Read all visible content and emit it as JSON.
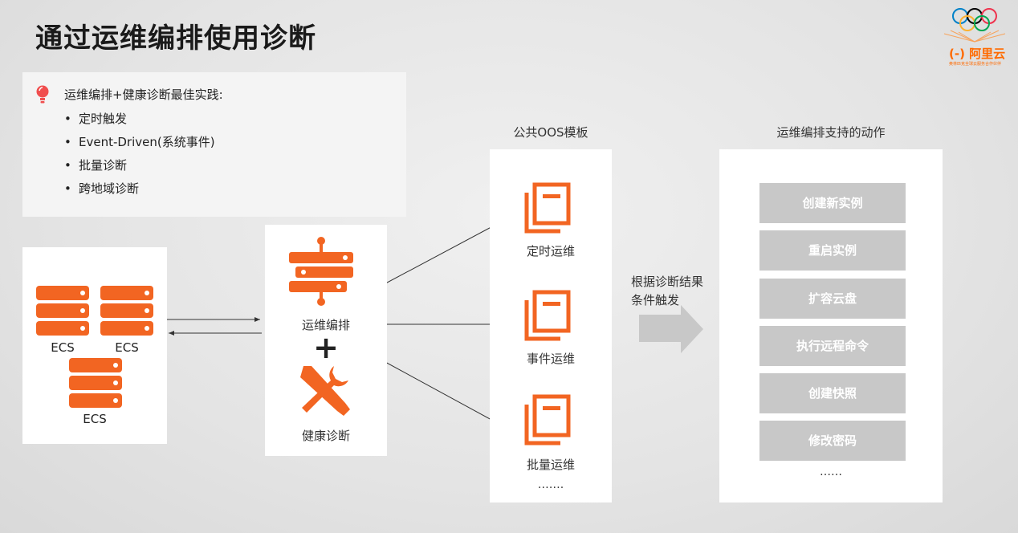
{
  "page": {
    "title": "通过运维编排使用诊断"
  },
  "logo": {
    "brand_text": "(-) 阿里云",
    "tagline": "奥林匹克全球云服务合作伙伴"
  },
  "tips": {
    "heading": "运维编排+健康诊断最佳实践:",
    "items": [
      "定时触发",
      "Event-Driven(系统事件)",
      "批量诊断",
      "跨地域诊断"
    ]
  },
  "ecs": {
    "labels": [
      "ECS",
      "ECS",
      "ECS"
    ]
  },
  "middle": {
    "orchestration_label": "运维编排",
    "plus": "+",
    "diagnosis_label": "健康诊断"
  },
  "oos": {
    "title": "公共OOS模板",
    "templates": [
      "定时运维",
      "事件运维",
      "批量运维"
    ],
    "ellipsis": "……."
  },
  "condition": {
    "text_line1": "根据诊断结果",
    "text_line2": "条件触发"
  },
  "actions": {
    "title": "运维编排支持的动作",
    "items": [
      "创建新实例",
      "重启实例",
      "扩容云盘",
      "执行远程命令",
      "创建快照",
      "修改密码"
    ],
    "ellipsis": "……"
  },
  "colors": {
    "accent": "#F26522",
    "action_button": "#C8C8C8",
    "tip_icon": "#F04E4E"
  }
}
